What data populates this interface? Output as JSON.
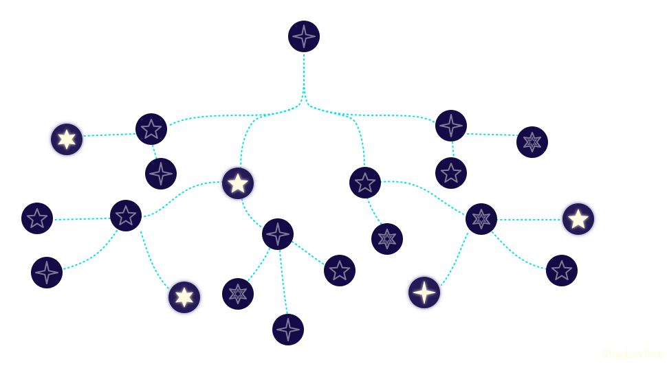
{
  "colors": {
    "node_fill": "#140a45",
    "node_fill_lit": "#241a55",
    "outline_star": "#7f7a9a",
    "lit_star": "#fffbe0",
    "glow": "#9a95c0",
    "edge": "#00e3ea",
    "watermark": "#fffbd6"
  },
  "watermark": {
    "text": "ShadowTree"
  },
  "nodes": [
    {
      "id": "root",
      "icon": "four-point-star-outline",
      "lit": false
    },
    {
      "id": "a",
      "icon": "five-point-star-outline",
      "lit": false
    },
    {
      "id": "b",
      "icon": "four-point-star-outline",
      "lit": false
    },
    {
      "id": "a1",
      "icon": "six-point-star-filled",
      "lit": true
    },
    {
      "id": "a2",
      "icon": "four-point-star-outline",
      "lit": false
    },
    {
      "id": "c",
      "icon": "five-point-star-filled",
      "lit": true
    },
    {
      "id": "d",
      "icon": "five-point-star-outline",
      "lit": false
    },
    {
      "id": "b1",
      "icon": "six-point-star-outline",
      "lit": false
    },
    {
      "id": "b2",
      "icon": "five-point-star-outline",
      "lit": false
    },
    {
      "id": "e",
      "icon": "five-point-star-outline",
      "lit": false
    },
    {
      "id": "e1",
      "icon": "five-point-star-outline",
      "lit": false
    },
    {
      "id": "e2",
      "icon": "four-point-star-outline",
      "lit": false
    },
    {
      "id": "e3",
      "icon": "six-point-star-filled",
      "lit": true
    },
    {
      "id": "f",
      "icon": "four-point-star-outline",
      "lit": false
    },
    {
      "id": "f1",
      "icon": "six-point-star-outline",
      "lit": false
    },
    {
      "id": "f2",
      "icon": "four-point-star-outline",
      "lit": false
    },
    {
      "id": "f3",
      "icon": "five-point-star-outline",
      "lit": false
    },
    {
      "id": "d1",
      "icon": "six-point-star-outline",
      "lit": false
    },
    {
      "id": "g",
      "icon": "six-point-star-outline",
      "lit": false
    },
    {
      "id": "g1",
      "icon": "four-point-star-filled",
      "lit": true
    },
    {
      "id": "g2",
      "icon": "five-point-star-filled",
      "lit": true
    },
    {
      "id": "g3",
      "icon": "five-point-star-outline",
      "lit": false
    }
  ],
  "edges": [
    [
      "root",
      "a"
    ],
    [
      "root",
      "b"
    ],
    [
      "root",
      "c"
    ],
    [
      "root",
      "d"
    ],
    [
      "a",
      "a1"
    ],
    [
      "a",
      "a2"
    ],
    [
      "b",
      "b1"
    ],
    [
      "b",
      "b2"
    ],
    [
      "c",
      "e"
    ],
    [
      "c",
      "f"
    ],
    [
      "e",
      "e1"
    ],
    [
      "e",
      "e2"
    ],
    [
      "e",
      "e3"
    ],
    [
      "f",
      "f1"
    ],
    [
      "f",
      "f2"
    ],
    [
      "f",
      "f3"
    ],
    [
      "d",
      "d1"
    ],
    [
      "d",
      "g"
    ],
    [
      "g",
      "g1"
    ],
    [
      "g",
      "g2"
    ],
    [
      "g",
      "g3"
    ]
  ]
}
